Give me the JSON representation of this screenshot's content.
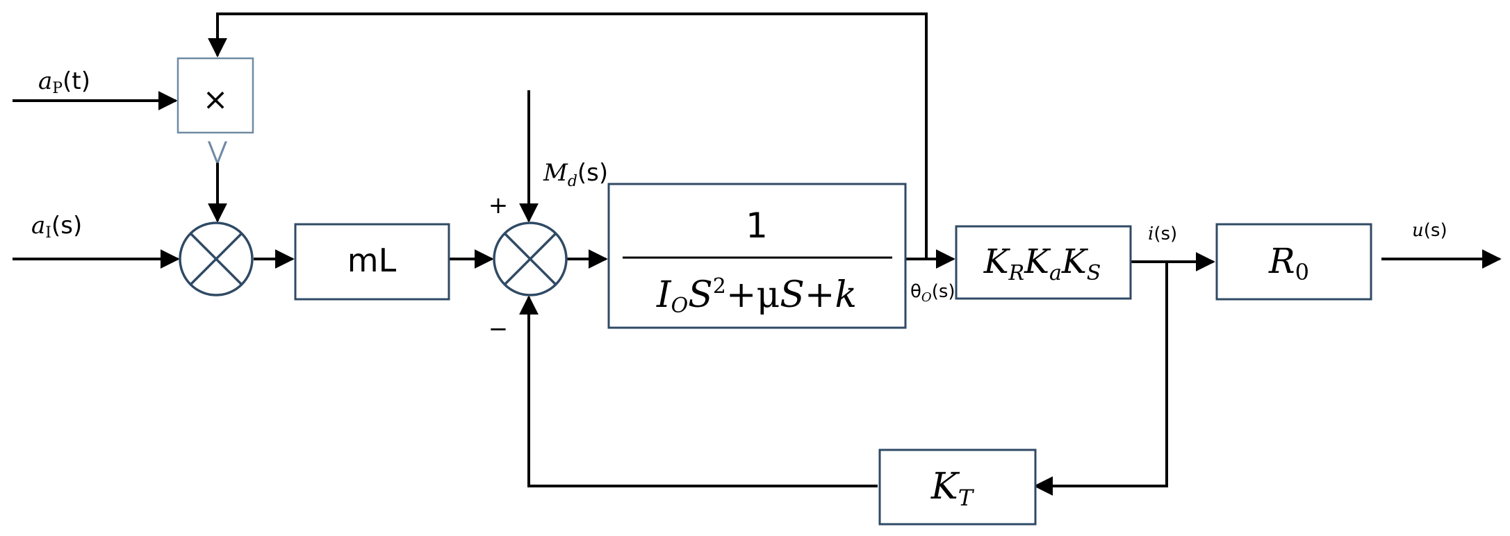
{
  "inputs": {
    "aP": {
      "sym": "a",
      "sub": "P",
      "arg": "(t)"
    },
    "aI": {
      "sym": "a",
      "sub": "I",
      "arg": "(s)"
    },
    "Md": {
      "sym": "M",
      "sub": "d",
      "arg": "(s)"
    }
  },
  "multiplier": {
    "symbol": "×",
    "marker": "⋁"
  },
  "blocks": {
    "mL": {
      "label": "mL"
    },
    "plant": {
      "numerator": "1",
      "den_I": "I",
      "den_I_sub": "O",
      "den_S": "S",
      "den_S_sup": "2",
      "den_plus1": "+",
      "den_mu": "μ",
      "den_S2": "S",
      "den_plus2": "+",
      "den_k": "k"
    },
    "gain": {
      "K1": "K",
      "K1_sub": "R",
      "K2": "K",
      "K2_sub": "a",
      "K3": "K",
      "K3_sub": "S"
    },
    "R0": {
      "sym": "R",
      "sub": "0"
    },
    "KT": {
      "sym": "K",
      "sub": "T"
    }
  },
  "signals": {
    "theta": {
      "sym": "θ",
      "sub": "O",
      "arg": "(s)"
    },
    "i": {
      "sym": "i",
      "arg": "(s)"
    },
    "u": {
      "sym": "u",
      "arg": "(s)"
    }
  },
  "signs": {
    "plus": "+",
    "minus": "−"
  }
}
